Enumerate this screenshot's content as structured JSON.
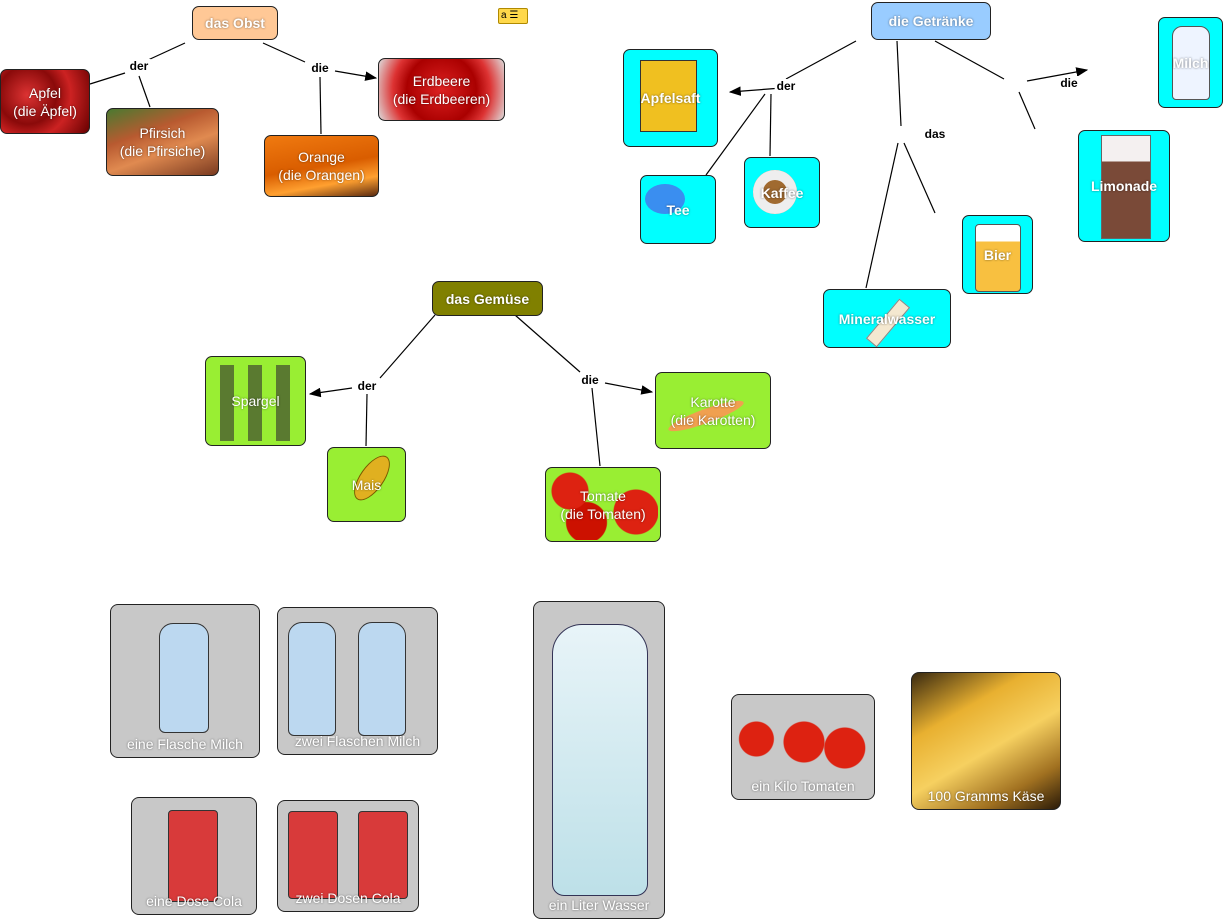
{
  "colors": {
    "obst": "#ffc896",
    "getraenke": "#99ccff",
    "gemuese": "#808000",
    "drink_node": "#00ffff",
    "veg_node": "#99ee33",
    "quantity_node": "#c8c8c8"
  },
  "obst": {
    "title": "das Obst",
    "link_der": "der",
    "link_die": "die",
    "apfel": "Apfel\n(die Äpfel)",
    "pfirsich": "Pfirsich\n(die Pfirsiche)",
    "orange": "Orange\n(die Orangen)",
    "erdbeere": "Erdbeere\n(die Erdbeeren)"
  },
  "getraenke": {
    "title": "die Getränke",
    "link_der": "der",
    "link_das": "das",
    "link_die": "die",
    "apfelsaft": "Apfelsaft",
    "tee": "Tee",
    "kaffee": "Kaffee",
    "mineralwasser": "Mineralwasser",
    "bier": "Bier",
    "limonade": "Limonade",
    "milch": "Milch"
  },
  "gemuese": {
    "title": "das Gemüse",
    "link_der": "der",
    "link_die": "die",
    "spargel": "Spargel",
    "mais": "Mais",
    "tomate": "Tomate\n(die Tomaten)",
    "karotte": "Karotte\n(die Karotten)"
  },
  "quantities": {
    "flasche_milch": "eine Flasche Milch",
    "zwei_flaschen": "zwei Flaschen Milch",
    "dose_cola": "eine Dose Cola",
    "zwei_dosen": "zwei Dosen Cola",
    "liter_wasser": "ein Liter Wasser",
    "kilo_tomaten": "ein Kilo Tomaten",
    "gramm_kaese": "100 Gramms Käse"
  },
  "note_icon": "annotation-icon"
}
